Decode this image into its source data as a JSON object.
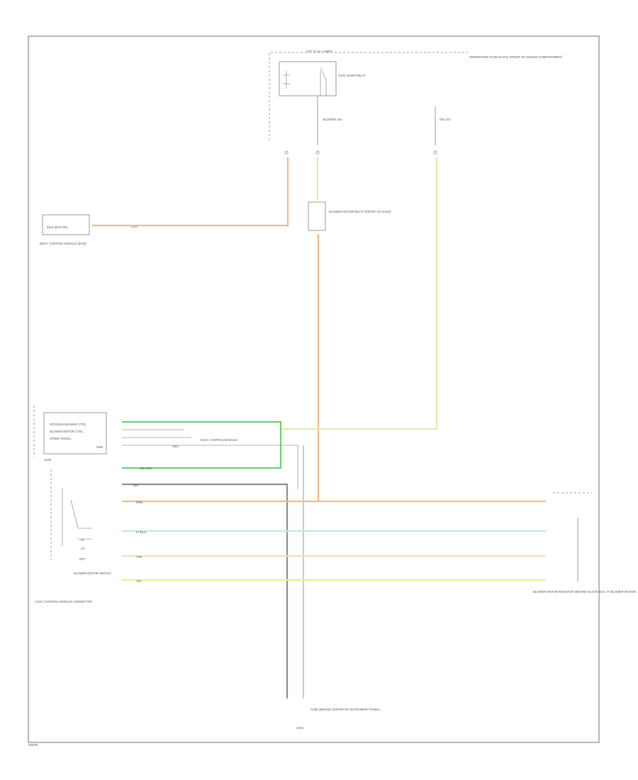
{
  "labels": {
    "fuse_top": "HOT AT ALL TIMES",
    "fuse_block": "UNDERHOOD FUSE BLOCK (FRONT OF ENGINE COMPARTMENT)",
    "blower_relay_label": "HVAC BLWR RELAY",
    "fuse_name": "BLOWER 30A",
    "ign_fuse": "IGN 10A",
    "bcm_pin": "IDLE SIG/CTRL",
    "bcm_wire": "ORN",
    "bcm_name": "BODY CONTROL MODULE (BCM)",
    "blower_relay_box": "BLOWER MOTOR RELAY (FRONT OF DASH)",
    "module_row1": "OFF/HIGH BLOWER CTRL",
    "module_row2": "BLOWER MOTOR CTRL",
    "module_row3": "SPEED SIGNAL",
    "module_row4": "GND",
    "module_hvac_ctrl": "HVAC CONTROL MODULE",
    "ground_cond_label": "G200",
    "green_wire": "DK GRN",
    "black_wire": "BLK",
    "module_blk": "BLK",
    "ctrl_module_label": "HVAC CONTROL MODULE",
    "wire_orn": "ORN",
    "wire_ltblu": "LT BLU",
    "wire_tan": "TAN",
    "wire_yel": "YEL",
    "switch_label": "BLOWER MOTOR SWITCH",
    "switch_off": "OFF",
    "switch_hi": "HI",
    "switch_lo": "LO",
    "module_name": "HVAC CONTROL MODULE CONNECTOR",
    "resistor_name": "BLOWER MOTOR RESISTOR (BEHIND GLOVE BOX, AT BLOWER MOTOR)",
    "ground_label": "G306 (BEHIND CENTER OF INSTRUMENT PANEL)",
    "ground_id": "G301",
    "footer_code": "W0000"
  }
}
